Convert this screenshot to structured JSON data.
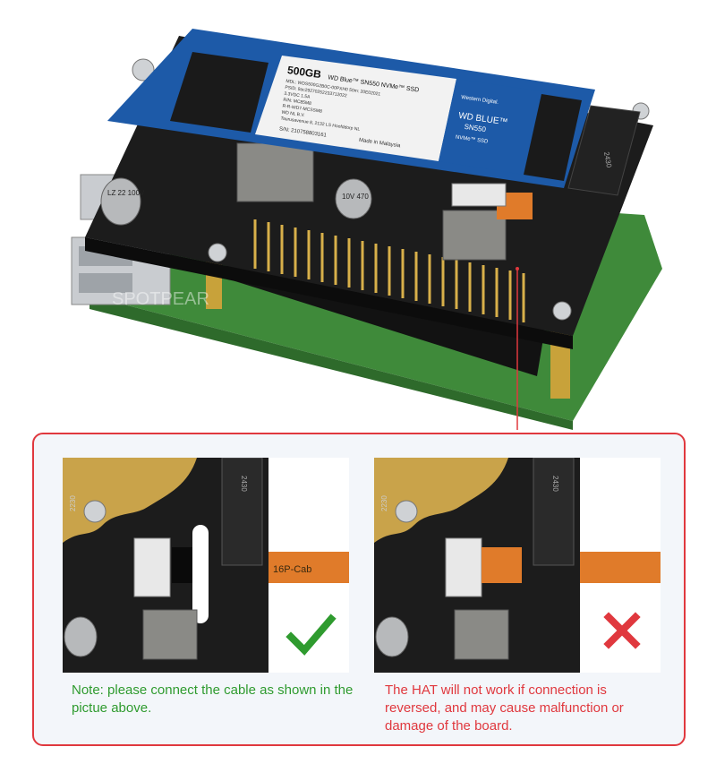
{
  "ssd": {
    "capacity": "500GB",
    "model_line": "WD Blue™ SN550 NVMe™ SSD",
    "brand": "Western Digital.",
    "label_brand": "WD BLUE™",
    "label_model": "SN550",
    "label_type": "NVMe™ SSD",
    "spec_line1": "MDL: WDS500G2B0C-00PXH0  50m: 20E02021",
    "spec_line2": "PSID: 9ac29270252233712022",
    "spec_line3": "3.3VDC 1.5A",
    "spec_line4": "R/N: MC85M8",
    "spec_line5": "R-R-WD7-MCSSM8",
    "spec_line6": "WD NL B.V.",
    "spec_line7": "Taurusavenue 8, 2132 LS Hoofddorp NL",
    "serial": "S/N: 210758803161",
    "made_in": "Made in Malaysia",
    "connector_mark": "2430"
  },
  "board": {
    "capacitor_label_left": "LZ 22 100V",
    "capacitor_label_right": "10V 470",
    "silk_2230": "2230",
    "silk_2430": "2430"
  },
  "watermark": "SPOTPEAR",
  "cable_label": "16P-Cab",
  "notes": {
    "ok": "Note: please connect the cable as shown in the pictue above.",
    "bad": "The HAT will not work if connection is reversed, and may cause malfunction or damage of the board."
  },
  "colors": {
    "frame_red": "#e0383e",
    "ok_green": "#2f9b2f",
    "pcb_black": "#1c1c1c",
    "ssd_blue": "#1d5aa8",
    "cable_orange": "#e07b2a",
    "raspberry_green": "#3f8a3a"
  }
}
